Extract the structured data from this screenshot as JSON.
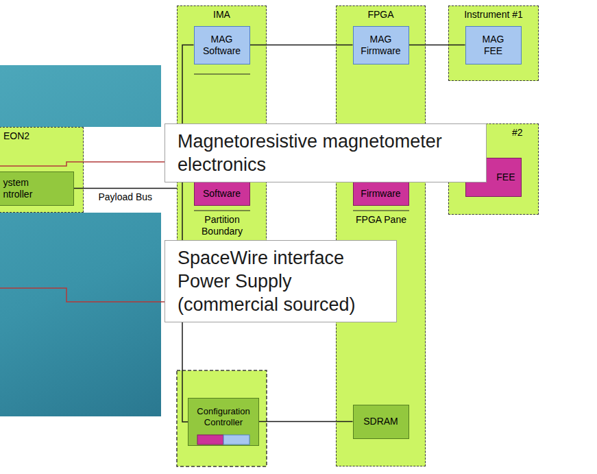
{
  "diagram": {
    "nodes": [
      {
        "text": [
          "EON2"
        ]
      },
      {
        "text": [
          "ystem ntroller"
        ],
        "in": 0
      },
      {
        "text": [
          "IMA"
        ]
      },
      {
        "text": [
          "MAG Software"
        ],
        "in": 2
      },
      {
        "text": [
          "Software"
        ],
        "in": 2
      },
      {
        "text": [
          "FPGA"
        ]
      },
      {
        "text": [
          "MAG Firmware"
        ],
        "in": 5
      },
      {
        "text": [
          "Firmware"
        ],
        "in": 5
      },
      {
        "text": [
          "SDRAM"
        ],
        "in": 5
      },
      {
        "text": [
          "Instrument #1"
        ]
      },
      {
        "text": [
          "MAG FEE"
        ],
        "in": 9
      },
      {
        "text": [
          "#2"
        ]
      },
      {
        "text": [
          "FEE"
        ],
        "in": 11
      },
      {
        "text": [
          "Configuration Controller"
        ]
      },
      {
        "text": [
          "Magnetoresistive magnetometer electronics"
        ]
      },
      {
        "text": [
          "SpaceWire interface Power Supply (commercial sourced)"
        ]
      }
    ],
    "edges": [
      {
        "from": 1,
        "to": 2,
        "label": "Payload Bus",
        "arrow": "none"
      },
      {
        "from": 3,
        "to": 6,
        "arrow": "none"
      },
      {
        "from": 6,
        "to": 10,
        "arrow": "none"
      },
      {
        "from": 3,
        "to": 13,
        "arrow": "none"
      },
      {
        "from": 13,
        "to": 8,
        "arrow": "none"
      }
    ],
    "labels": [
      "Partition Boundary",
      "FPGA Pane"
    ]
  }
}
